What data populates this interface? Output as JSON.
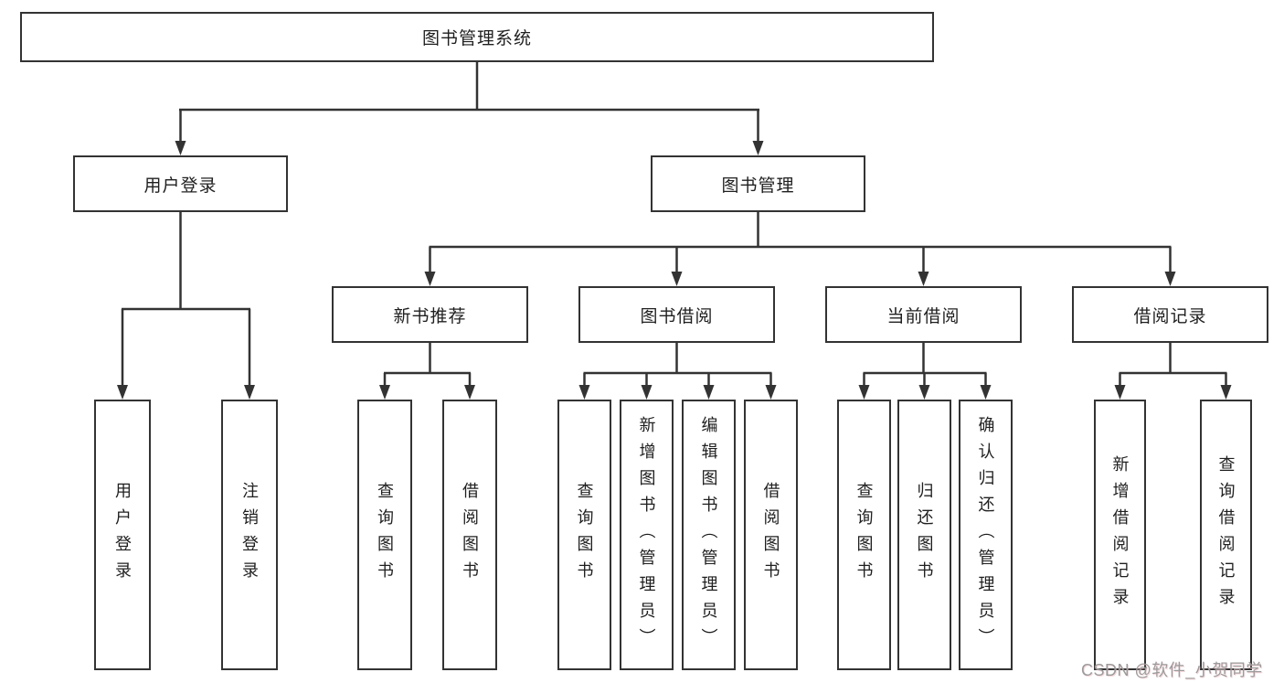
{
  "diagram": {
    "type": "hierarchy-tree",
    "line_color": "#333333",
    "box_border_color": "#333333",
    "box_fill": "#ffffff",
    "text_color": "#1f1f1f",
    "tree": {
      "label": "图书管理系统",
      "children": [
        {
          "label": "用户登录",
          "children": [
            {
              "label": "用户登录"
            },
            {
              "label": "注销登录"
            }
          ]
        },
        {
          "label": "图书管理",
          "children": [
            {
              "label": "新书推荐",
              "children": [
                {
                  "label": "查询图书"
                },
                {
                  "label": "借阅图书"
                }
              ]
            },
            {
              "label": "图书借阅",
              "children": [
                {
                  "label": "查询图书"
                },
                {
                  "label": "新增图书（管理员）"
                },
                {
                  "label": "编辑图书（管理员）"
                },
                {
                  "label": "借阅图书"
                }
              ]
            },
            {
              "label": "当前借阅",
              "children": [
                {
                  "label": "查询图书"
                },
                {
                  "label": "归还图书"
                },
                {
                  "label": "确认归还（管理员）"
                }
              ]
            },
            {
              "label": "借阅记录",
              "children": [
                {
                  "label": "新增借阅记录"
                },
                {
                  "label": "查询借阅记录"
                }
              ]
            }
          ]
        }
      ]
    }
  },
  "watermark": {
    "text": "CSDN @软件_小贺同学",
    "color": "#9b9b9b"
  }
}
